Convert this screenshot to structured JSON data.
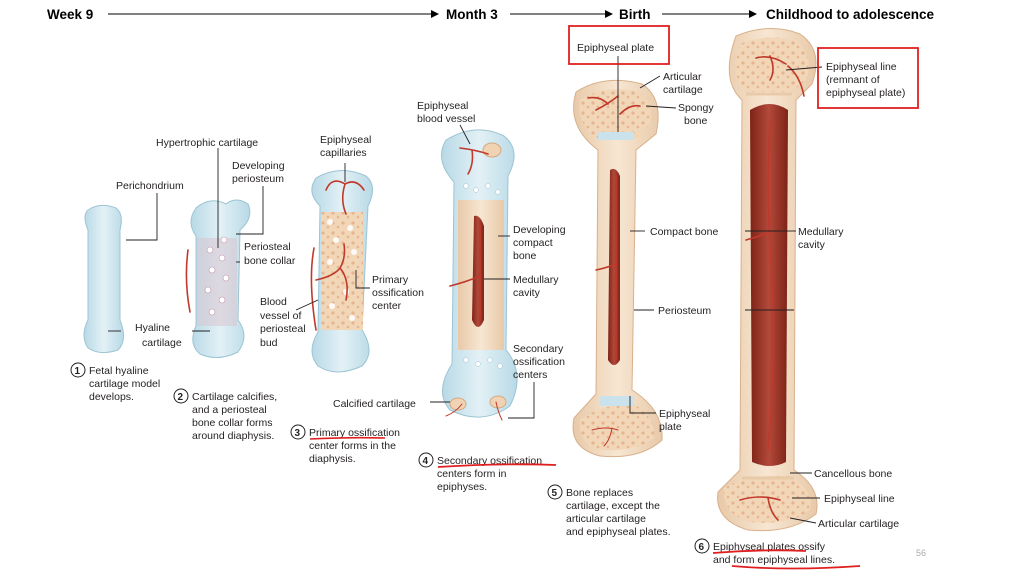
{
  "timeline": {
    "stages": [
      "Week 9",
      "Month 3",
      "Birth",
      "Childhood to adolescence"
    ]
  },
  "labels": {
    "perichondrium": "Perichondrium",
    "hyaline_cartilage": [
      "Hyaline",
      "cartilage"
    ],
    "hypertrophic_cartilage": "Hypertrophic cartilage",
    "developing_periosteum": [
      "Developing",
      "periosteum"
    ],
    "periosteal_bone_collar": [
      "Periosteal",
      "bone collar"
    ],
    "epiphyseal_capillaries": [
      "Epiphyseal",
      "capillaries"
    ],
    "primary_ossification_center": [
      "Primary",
      "ossification",
      "center"
    ],
    "blood_vessel_periosteal_bud": [
      "Blood",
      "vessel of",
      "periosteal",
      "bud"
    ],
    "calcified_cartilage": "Calcified cartilage",
    "epiphyseal_blood_vessel": [
      "Epiphyseal",
      "blood vessel"
    ],
    "developing_compact_bone": [
      "Developing",
      "compact",
      "bone"
    ],
    "medullary_cavity_4": [
      "Medullary",
      "cavity"
    ],
    "secondary_ossification_centers": [
      "Secondary",
      "ossification",
      "centers"
    ],
    "epiphyseal_plate_boxed": "Epiphyseal plate",
    "articular_cartilage": [
      "Articular",
      "cartilage"
    ],
    "spongy_bone": [
      "Spongy",
      "bone"
    ],
    "compact_bone": "Compact bone",
    "periosteum": "Periosteum",
    "epiphyseal_plate_5": [
      "Epiphyseal",
      "plate"
    ],
    "epiphyseal_line_boxed": [
      "Epiphyseal line",
      "(remnant of",
      "epiphyseal plate)"
    ],
    "medullary_cavity_6": [
      "Medullary",
      "cavity"
    ],
    "cancellous_bone": "Cancellous bone",
    "epiphyseal_line": "Epiphyseal line",
    "articular_cartilage_6": "Articular cartilage"
  },
  "steps": [
    {
      "number": "1",
      "lines": [
        "Fetal hyaline",
        "cartilage model",
        "develops."
      ]
    },
    {
      "number": "2",
      "lines": [
        "Cartilage calcifies,",
        "and a periosteal",
        "bone collar forms",
        "around diaphysis."
      ]
    },
    {
      "number": "3",
      "lines": [
        "Primary ossification",
        "center forms in the",
        "diaphysis."
      ]
    },
    {
      "number": "4",
      "lines": [
        "Secondary ossification",
        "centers form in",
        "epiphyses."
      ]
    },
    {
      "number": "5",
      "lines": [
        "Bone replaces",
        "cartilage, except the",
        "articular cartilage",
        "and epiphyseal plates."
      ]
    },
    {
      "number": "6",
      "lines": [
        "Epiphyseal plates ossify",
        "and form epiphyseal lines."
      ]
    }
  ],
  "page_number": "56",
  "colors": {
    "cartilage": "#cfe6ef",
    "bone": "#f3dcc3",
    "marrow": "#a0372a",
    "vessel": "#c0392b",
    "highlight_box": "#e02020",
    "underline": "#e02020"
  }
}
